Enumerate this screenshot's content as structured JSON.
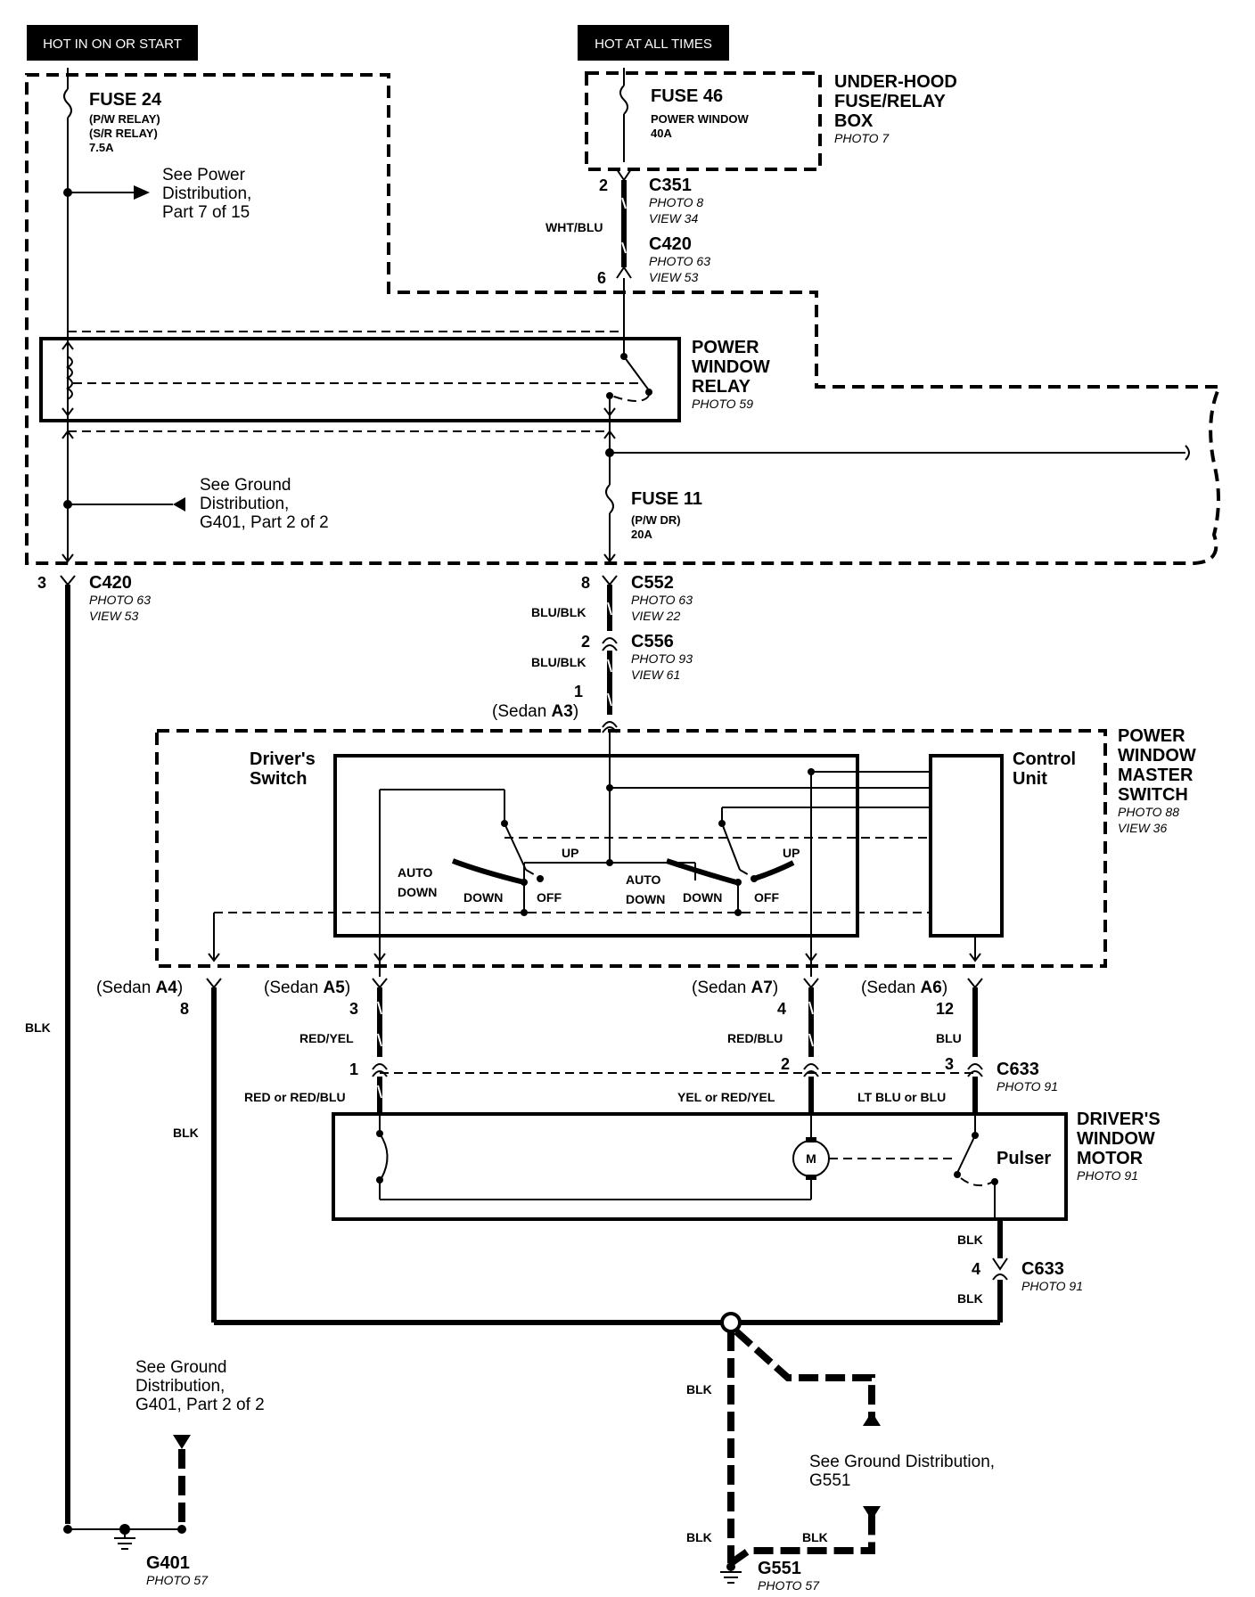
{
  "tags": {
    "hot_on_start": "HOT IN ON OR START",
    "hot_always": "HOT AT ALL TIMES"
  },
  "fuse24": {
    "title": "FUSE 24",
    "line1": "(P/W RELAY)",
    "line2": "(S/R RELAY)",
    "rating": "7.5A"
  },
  "see_power": {
    "line1": "See Power",
    "line2": "Distribution,",
    "line3": "Part 7 of 15"
  },
  "fuse46": {
    "title": "FUSE 46",
    "line1": "POWER WINDOW",
    "rating": "40A"
  },
  "underhood": {
    "line1": "UNDER-HOOD",
    "line2": "FUSE/RELAY",
    "line3": "BOX",
    "photo": "PHOTO 7"
  },
  "c351": {
    "pin": "2",
    "name": "C351",
    "photo": "PHOTO 8",
    "view": "VIEW 34"
  },
  "wire_wht_blu": "WHT/BLU",
  "c420_top": {
    "pin": "6",
    "name": "C420",
    "photo": "PHOTO 63",
    "view": "VIEW 53"
  },
  "relay": {
    "line1": "POWER",
    "line2": "WINDOW",
    "line3": "RELAY",
    "photo": "PHOTO 59"
  },
  "see_ground_1": {
    "line1": "See Ground",
    "line2": "Distribution,",
    "line3": "G401, Part 2 of 2"
  },
  "fuse11": {
    "title": "FUSE 11",
    "line1": "(P/W DR)",
    "rating": "20A"
  },
  "c420_left": {
    "pin": "3",
    "name": "C420",
    "photo": "PHOTO 63",
    "view": "VIEW 53"
  },
  "c552": {
    "pin": "8",
    "name": "C552",
    "photo": "PHOTO 63",
    "view": "VIEW 22",
    "wire": "BLU/BLK"
  },
  "c556": {
    "pin": "2",
    "name": "C556",
    "photo": "PHOTO 93",
    "view": "VIEW 61",
    "wire": "BLU/BLK"
  },
  "sedan_a3": {
    "pin": "1",
    "prefix": "(Sedan ",
    "code": "A3",
    "suffix": ")"
  },
  "master": {
    "line1": "POWER",
    "line2": "WINDOW",
    "line3": "MASTER",
    "line4": "SWITCH",
    "photo": "PHOTO 88",
    "view": "VIEW 36"
  },
  "drivers_switch": {
    "line1": "Driver's",
    "line2": "Switch"
  },
  "control_unit": {
    "line1": "Control",
    "line2": "Unit"
  },
  "switch_labels": {
    "up": "UP",
    "auto": "AUTO",
    "down": "DOWN",
    "off": "OFF"
  },
  "sedan_a4": {
    "prefix": "(Sedan ",
    "code": "A4",
    "suffix": ")",
    "pin": "8"
  },
  "sedan_a5": {
    "prefix": "(Sedan ",
    "code": "A5",
    "suffix": ")",
    "pin": "3"
  },
  "sedan_a7": {
    "prefix": "(Sedan ",
    "code": "A7",
    "suffix": ")",
    "pin": "4"
  },
  "sedan_a6": {
    "prefix": "(Sedan ",
    "code": "A6",
    "suffix": ")",
    "pin": "12"
  },
  "wires": {
    "blk": "BLK",
    "red_yel": "RED/YEL",
    "red_blu": "RED/BLU",
    "blu": "BLU",
    "red_or_red_blu": "RED or RED/BLU",
    "yel_or_red_yel": "YEL or RED/YEL",
    "lt_blu_or_blu": "LT BLU or BLU"
  },
  "c633_a": {
    "pin1": "1",
    "pin2": "2",
    "pin3": "3",
    "name": "C633",
    "photo": "PHOTO 91"
  },
  "motor": {
    "line1": "DRIVER'S",
    "line2": "WINDOW",
    "line3": "MOTOR",
    "photo": "PHOTO 91",
    "m": "M",
    "pulser": "Pulser"
  },
  "c633_b": {
    "pin": "4",
    "name": "C633",
    "photo": "PHOTO 91"
  },
  "see_ground_2": {
    "line1": "See Ground",
    "line2": "Distribution,",
    "line3": "G401, Part 2 of 2"
  },
  "see_ground_3": {
    "line1": "See Ground Distribution,",
    "line2": "G551"
  },
  "g401": {
    "name": "G401",
    "photo": "PHOTO 57"
  },
  "g551": {
    "name": "G551",
    "photo": "PHOTO 57"
  }
}
